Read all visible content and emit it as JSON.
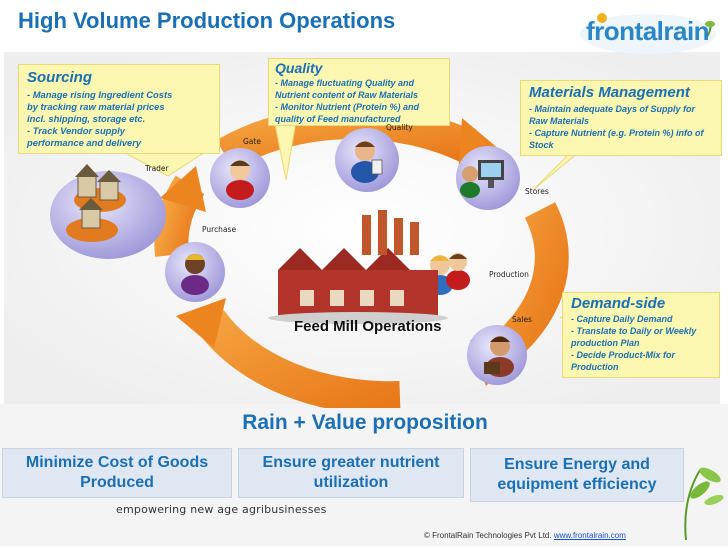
{
  "title": "High Volume Production Operations",
  "logo": {
    "text": "frontalrain"
  },
  "sourcing": {
    "heading": "Sourcing",
    "text": "- Manage rising Ingredient Costs\nby tracking raw material prices\nincl. shipping, storage etc.\n- Track Vendor supply\nperformance and delivery"
  },
  "quality": {
    "heading": "Quality",
    "text": "- Manage fluctuating Quality and\nNutrient content of Raw Materials\n- Monitor Nutrient (Protein %) and\nquality of Feed manufactured"
  },
  "materials": {
    "heading": "Materials Management",
    "text": "- Maintain adequate Days of Supply for\nRaw Materials\n- Capture Nutrient (e.g. Protein %) info of\nStock"
  },
  "demand": {
    "heading": "Demand-side",
    "text": "- Capture Daily Demand\n- Translate to Daily or Weekly\nproduction Plan\n- Decide Product-Mix for\nProduction"
  },
  "nodes": {
    "trader": "Trader",
    "gate": "Gate",
    "quality": "Quality",
    "stores": "Stores",
    "purchase": "Purchase",
    "production": "Production",
    "sales": "Sales"
  },
  "center_label": "Feed Mill Operations",
  "value_prop": {
    "heading": "Rain + Value proposition",
    "boxes": [
      "Minimize Cost of Goods\nProduced",
      "Ensure greater nutrient\nutilization",
      "Ensure Energy and\nequipment efficiency"
    ]
  },
  "tagline": "empowering new age agribusinesses",
  "copyright": {
    "text": "© FrontalRain Technologies Pvt Ltd.",
    "link": "www.frontalrain.com"
  },
  "colors": {
    "title_blue": "#1a6fb5",
    "cycle_orange": "#f08c22",
    "node_purple": "#b9b3e6",
    "callout_yellow": "#fcf7b0"
  },
  "icons": [
    "houses-icon",
    "person-icon",
    "factory-icon",
    "computer-icon",
    "briefcase-icon",
    "leaf-icon"
  ]
}
